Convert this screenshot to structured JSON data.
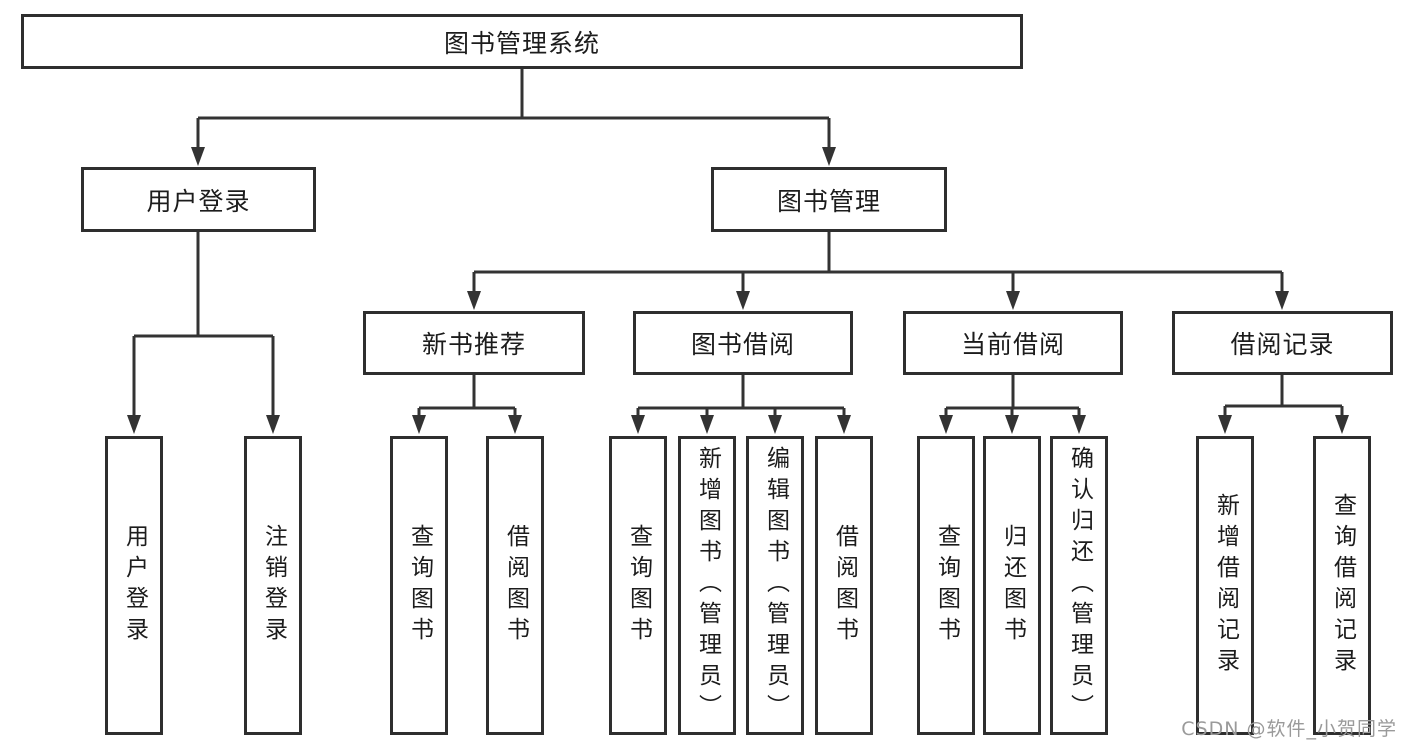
{
  "diagram": {
    "root": {
      "label": "图书管理系统"
    },
    "level2": [
      {
        "label": "用户登录"
      },
      {
        "label": "图书管理"
      }
    ],
    "level3": [
      {
        "label": "新书推荐"
      },
      {
        "label": "图书借阅"
      },
      {
        "label": "当前借阅"
      },
      {
        "label": "借阅记录"
      }
    ],
    "leaves": {
      "user_login": [
        {
          "label": "用户登录"
        },
        {
          "label": "注销登录"
        }
      ],
      "new_books": [
        {
          "label": "查询图书"
        },
        {
          "label": "借阅图书"
        }
      ],
      "book_borrow": [
        {
          "label": "查询图书"
        },
        {
          "label": "新增图书（管理员）"
        },
        {
          "label": "编辑图书（管理员）"
        },
        {
          "label": "借阅图书"
        }
      ],
      "current_borrow": [
        {
          "label": "查询图书"
        },
        {
          "label": "归还图书"
        },
        {
          "label": "确认归还（管理员）"
        }
      ],
      "borrow_records": [
        {
          "label": "新增借阅记录"
        },
        {
          "label": "查询借阅记录"
        }
      ]
    }
  },
  "watermark": {
    "text": "CSDN @软件_小贺同学",
    "color": "#9a9a9a"
  },
  "colors": {
    "background": "#ffffff",
    "line": "#333333",
    "box_border": "#2e2e2e",
    "text": "#1c1c1c"
  }
}
